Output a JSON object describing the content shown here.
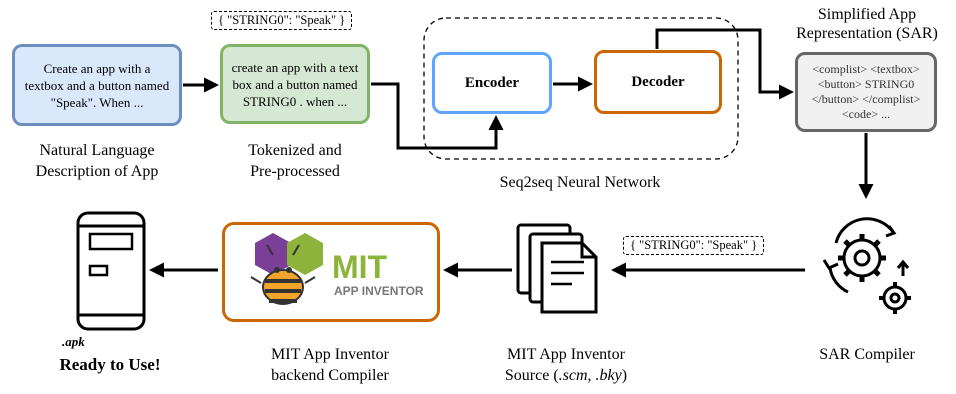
{
  "input": {
    "text": "Create an app with a textbox and a button named \"Speak\". When ...",
    "label_line1": "Natural Language",
    "label_line2": "Description of App"
  },
  "tokenized": {
    "text": "create an app with a text box and a button named STRING0 . when ...",
    "label_line1": "Tokenized and",
    "label_line2": "Pre-processed",
    "mapping_tag": "{ \"STRING0\": \"Speak\" }"
  },
  "seq2seq": {
    "encoder_label": "Encoder",
    "decoder_label": "Decoder",
    "label": "Seq2seq Neural Network"
  },
  "sar": {
    "title_line1": "Simplified App",
    "title_line2": "Representation (SAR)",
    "text": "<complist> <textbox> <button> STRING0 </button> </complist> <code> ..."
  },
  "sar_compiler": {
    "label": "SAR Compiler",
    "mapping_tag": "{ \"STRING0\": \"Speak\" }"
  },
  "source": {
    "label_line1": "MIT App Inventor",
    "label_line2_prefix": "Source (",
    "label_line2_ext": ".scm, .bky",
    "label_line2_suffix": ")"
  },
  "backend": {
    "logo_word": "MIT",
    "logo_sub": "APP INVENTOR",
    "label_line1": "MIT App Inventor",
    "label_line2": "backend Compiler"
  },
  "output": {
    "ext": ".apk",
    "label": "Ready to Use!"
  },
  "colors": {
    "input_border": "#6c8ebf",
    "input_fill": "#dae8fc",
    "tokenized_border": "#82b366",
    "tokenized_fill": "#d5e8d4",
    "encoder_border": "#5fa4ff",
    "decoder_border": "#cc6600",
    "sar_border": "#666666",
    "sar_fill": "#f0f0f0",
    "mit_green": "#8cb43a"
  }
}
